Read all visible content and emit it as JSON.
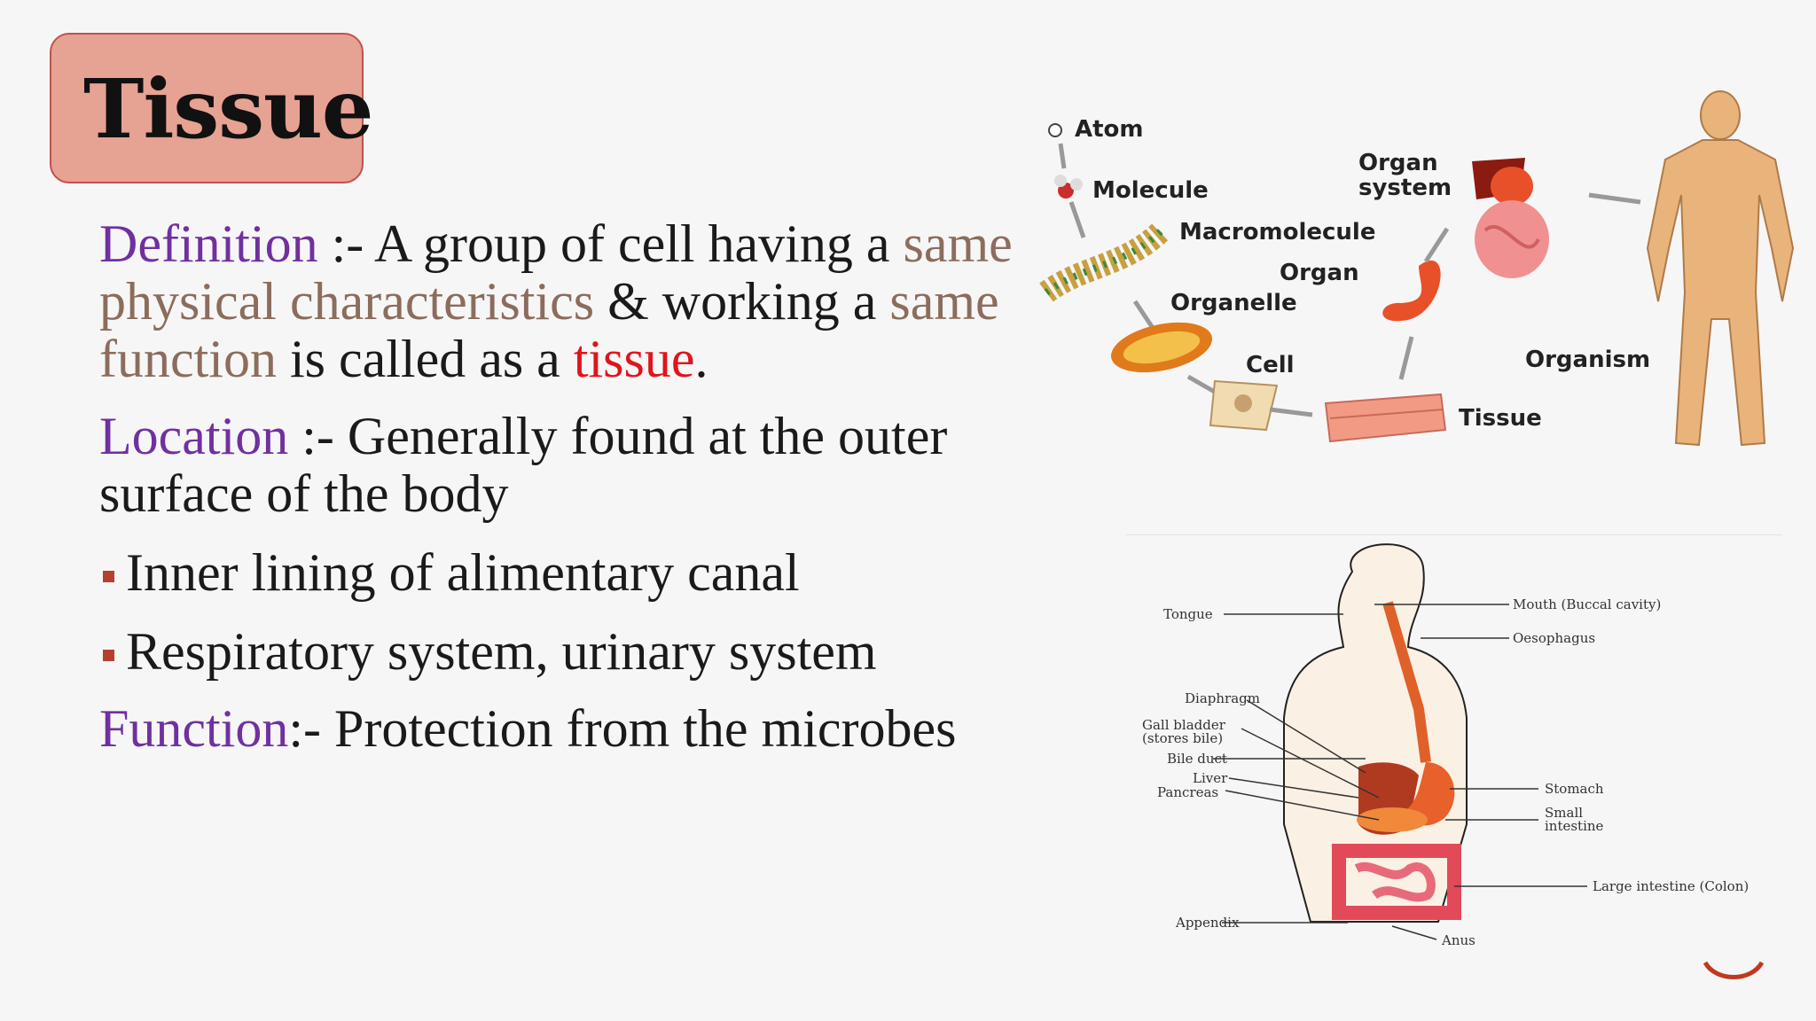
{
  "title": "Tissue",
  "definition": {
    "heading": "Definition",
    "sep": " :- ",
    "t1": "A group of cell having a ",
    "h1": "same physical characteristics",
    "t2": " & working a ",
    "h2": "same function",
    "t3": " is called as a ",
    "h3": "tissue",
    "t4": "."
  },
  "location": {
    "heading": "Location",
    "sep": " :- ",
    "text": "Generally found at the outer surface of the body"
  },
  "bullets": [
    "Inner lining of alimentary canal",
    "Respiratory system, urinary system"
  ],
  "function": {
    "heading": "Function",
    "sep": ":- ",
    "text": "Protection from the microbes"
  },
  "hierarchy_labels": {
    "atom": "Atom",
    "molecule": "Molecule",
    "macromolecule": "Macromolecule",
    "organelle": "Organelle",
    "cell": "Cell",
    "tissue": "Tissue",
    "organ": "Organ",
    "organ_system_1": "Organ",
    "organ_system_2": "system",
    "organism": "Organism"
  },
  "digestive_labels": {
    "tongue": "Tongue",
    "mouth": "Mouth (Buccal cavity)",
    "oesophagus": "Oesophagus",
    "diaphragm": "Diaphragm",
    "gall_1": "Gall bladder",
    "gall_2": "(stores bile)",
    "bile_duct": "Bile duct",
    "liver": "Liver",
    "pancreas": "Pancreas",
    "stomach": "Stomach",
    "small_1": "Small",
    "small_2": "intestine",
    "large": "Large intestine (Colon)",
    "appendix": "Appendix",
    "anus": "Anus"
  },
  "colors": {
    "title_fill": "#e6a293",
    "title_border": "#c0534a",
    "heading_purple": "#7030a0",
    "highlight_brown": "#8c6c5c",
    "highlight_red": "#e0141c",
    "bullet": "#b6402e"
  }
}
